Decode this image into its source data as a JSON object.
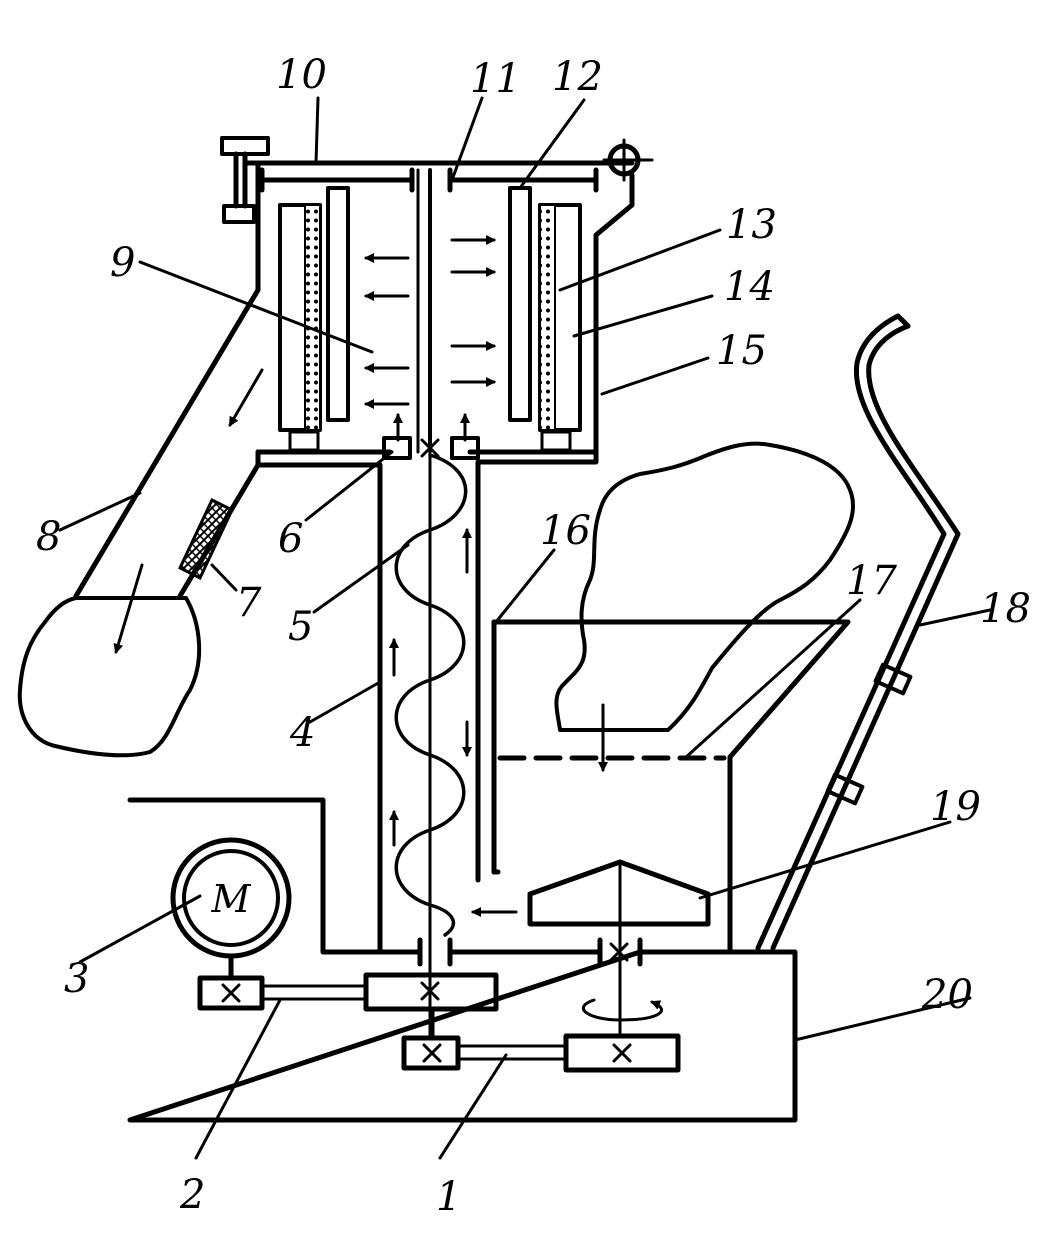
{
  "diagram": {
    "motor_symbol": "M",
    "labels": [
      "1",
      "2",
      "3",
      "4",
      "5",
      "6",
      "7",
      "8",
      "9",
      "10",
      "11",
      "12",
      "13",
      "14",
      "15",
      "16",
      "17",
      "18",
      "19",
      "20"
    ]
  }
}
